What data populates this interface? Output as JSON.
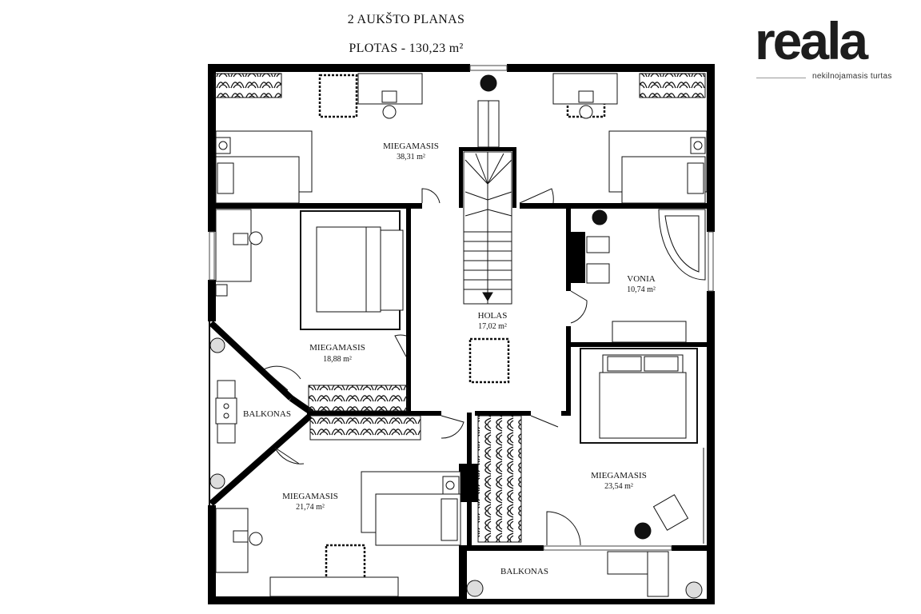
{
  "header": {
    "title": "2 AUKŠTO PLANAS",
    "area_line": "PLOTAS - 130,23 m²"
  },
  "logo": {
    "wordmark": "reala",
    "tagline": "nekilnojamasis turtas"
  },
  "rooms": [
    {
      "name": "MIEGAMASIS",
      "area": "38,31 m²"
    },
    {
      "name": "VONIA",
      "area": "10,74 m²"
    },
    {
      "name": "HOLAS",
      "area": "17,02 m²"
    },
    {
      "name": "MIEGAMASIS",
      "area": "18,88 m²"
    },
    {
      "name": "BALKONAS",
      "area": ""
    },
    {
      "name": "MIEGAMASIS",
      "area": "21,74 m²"
    },
    {
      "name": "MIEGAMASIS",
      "area": "23,54 m²"
    },
    {
      "name": "BALKONAS",
      "area": ""
    }
  ],
  "colors": {
    "wall": "#000000",
    "line": "#222222",
    "background": "#ffffff"
  }
}
